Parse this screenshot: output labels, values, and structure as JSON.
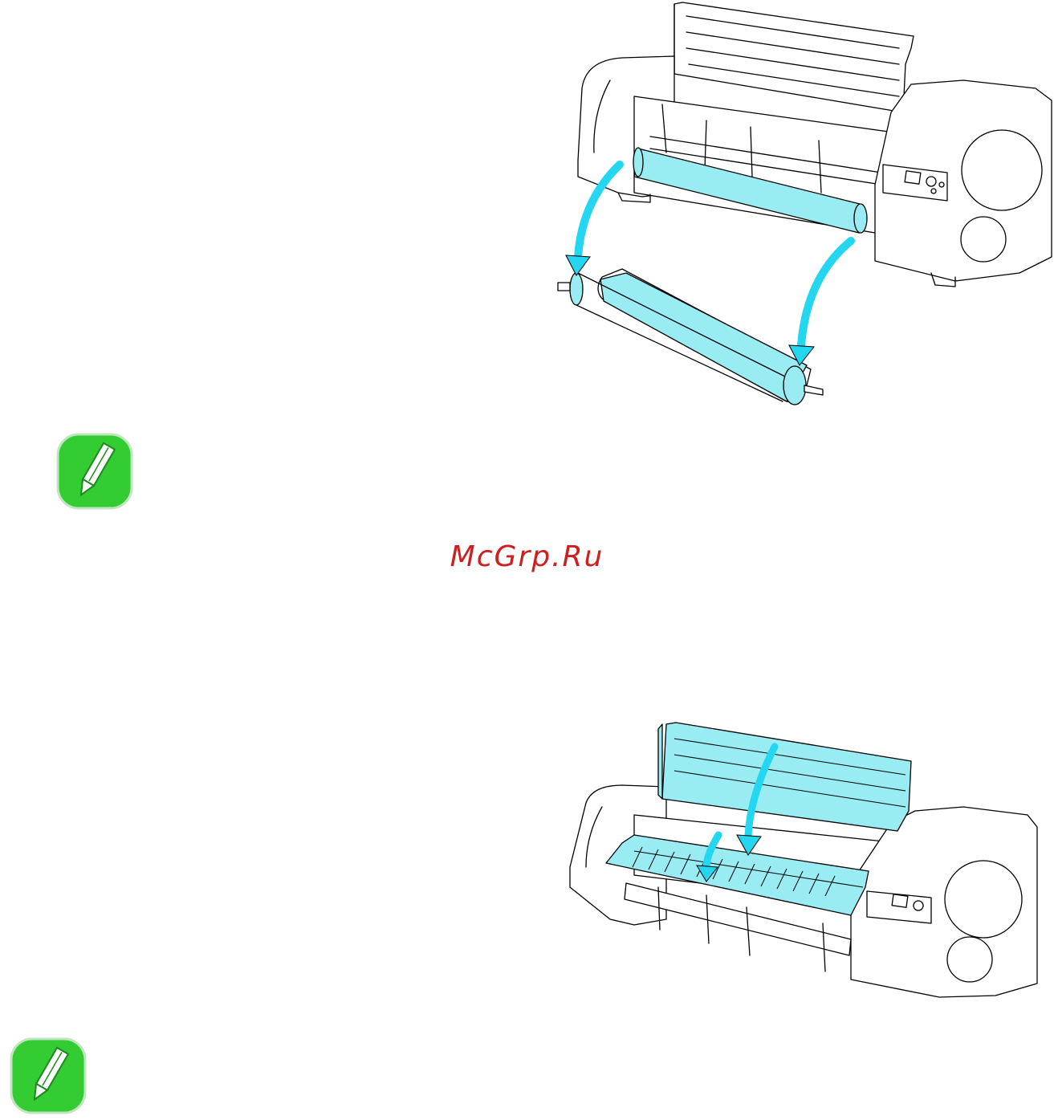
{
  "watermark": {
    "text": "McGrp.Ru",
    "color": "#cc1f1f"
  },
  "figures": [
    {
      "description": "printer-with-roll-holder-removed",
      "highlight_color": "#98ecf2",
      "arrow_color": "#24d6ef"
    },
    {
      "description": "printer-top-cover-and-ejection-guide-closing",
      "highlight_color": "#98ecf2",
      "arrow_color": "#24d6ef"
    }
  ],
  "notes": [
    {
      "icon": "note-pencil-icon",
      "color": "#33cc33"
    },
    {
      "icon": "note-pencil-icon",
      "color": "#33cc33"
    }
  ]
}
